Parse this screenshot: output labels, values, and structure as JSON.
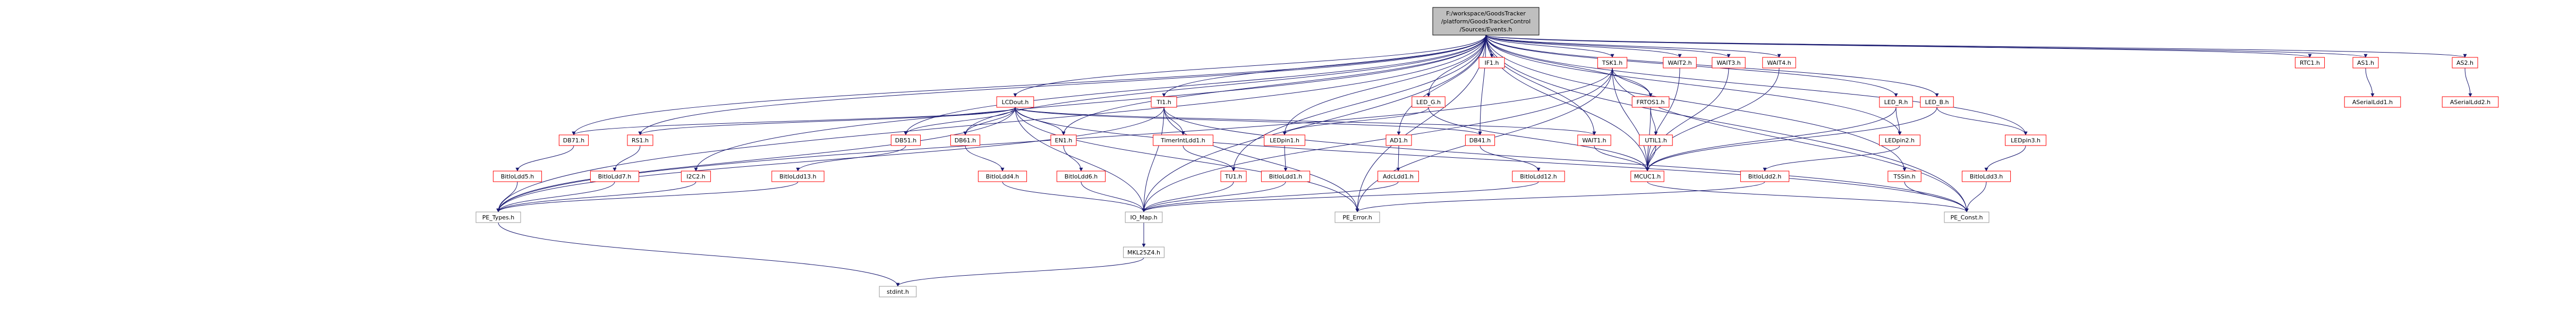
{
  "graph": {
    "root": {
      "id": "events",
      "lines": [
        "F:/workspace/GoodsTracker",
        "/platform/GoodsTrackerControl",
        "/Sources/Events.h"
      ]
    },
    "nodes": [
      {
        "id": "tsk1",
        "label": "TSK1.h"
      },
      {
        "id": "if1",
        "label": "IF1.h"
      },
      {
        "id": "wait2",
        "label": "WAIT2.h"
      },
      {
        "id": "wait3",
        "label": "WAIT3.h"
      },
      {
        "id": "wait4",
        "label": "WAIT4.h"
      },
      {
        "id": "rtc1",
        "label": "RTC1.h"
      },
      {
        "id": "as1",
        "label": "AS1.h"
      },
      {
        "id": "as2",
        "label": "AS2.h"
      },
      {
        "id": "lcdout",
        "label": "LCDout.h"
      },
      {
        "id": "ti1",
        "label": "TI1.h"
      },
      {
        "id": "led_g",
        "label": "LED_G.h"
      },
      {
        "id": "frtos1",
        "label": "FRTOS1.h"
      },
      {
        "id": "led_r",
        "label": "LED_R.h"
      },
      {
        "id": "led_b",
        "label": "LED_B.h"
      },
      {
        "id": "asl1",
        "label": "ASerialLdd1.h"
      },
      {
        "id": "asl2",
        "label": "ASerialLdd2.h"
      },
      {
        "id": "db71",
        "label": "DB71.h"
      },
      {
        "id": "rs1",
        "label": "RS1.h"
      },
      {
        "id": "db51",
        "label": "DB51.h"
      },
      {
        "id": "db61",
        "label": "DB61.h"
      },
      {
        "id": "en1",
        "label": "EN1.h"
      },
      {
        "id": "timer1",
        "label": "TimerIntLdd1.h"
      },
      {
        "id": "ledpin1",
        "label": "LEDpin1.h"
      },
      {
        "id": "ad1",
        "label": "AD1.h"
      },
      {
        "id": "db41",
        "label": "DB41.h"
      },
      {
        "id": "wait1",
        "label": "WAIT1.h"
      },
      {
        "id": "utility1",
        "label": "UTIL1.h"
      },
      {
        "id": "ledpin2",
        "label": "LEDpin2.h"
      },
      {
        "id": "ledpin3",
        "label": "LEDpin3.h"
      },
      {
        "id": "bitioldd5",
        "label": "BitIoLdd5.h"
      },
      {
        "id": "bitioldd7",
        "label": "BitIoLdd7.h"
      },
      {
        "id": "i2c2",
        "label": "I2C2.h"
      },
      {
        "id": "bitioldd13",
        "label": "BitIoLdd13.h"
      },
      {
        "id": "bitioldd4",
        "label": "BitIoLdd4.h"
      },
      {
        "id": "bitioldd6",
        "label": "BitIoLdd6.h"
      },
      {
        "id": "tu1",
        "label": "TU1.h"
      },
      {
        "id": "bitioldd1",
        "label": "BitIoLdd1.h"
      },
      {
        "id": "adcldd1",
        "label": "AdcLdd1.h"
      },
      {
        "id": "bitioldd12",
        "label": "BitIoLdd12.h"
      },
      {
        "id": "mcuc1",
        "label": "MCUC1.h"
      },
      {
        "id": "bitioldd2",
        "label": "BitIoLdd2.h"
      },
      {
        "id": "tsssin",
        "label": "TSSin.h"
      },
      {
        "id": "bitioldd3",
        "label": "BitIoLdd3.h"
      },
      {
        "id": "pe_types",
        "label": "PE_Types.h"
      },
      {
        "id": "io_map",
        "label": "IO_Map.h"
      },
      {
        "id": "pe_error",
        "label": "PE_Error.h"
      },
      {
        "id": "pe_const",
        "label": "PE_Const.h"
      },
      {
        "id": "mkl25z4",
        "label": "MKL25Z4.h"
      },
      {
        "id": "stdint",
        "label": "stdint.h"
      }
    ],
    "edges": [
      [
        "events",
        "tsk1"
      ],
      [
        "events",
        "if1"
      ],
      [
        "events",
        "wait2"
      ],
      [
        "events",
        "wait3"
      ],
      [
        "events",
        "wait4"
      ],
      [
        "events",
        "rtc1"
      ],
      [
        "events",
        "as1"
      ],
      [
        "events",
        "as2"
      ],
      [
        "events",
        "lcdout"
      ],
      [
        "events",
        "ti1"
      ],
      [
        "events",
        "led_g"
      ],
      [
        "events",
        "frtos1"
      ],
      [
        "events",
        "led_r"
      ],
      [
        "events",
        "led_b"
      ],
      [
        "events",
        "db71"
      ],
      [
        "events",
        "rs1"
      ],
      [
        "events",
        "db51"
      ],
      [
        "events",
        "db61"
      ],
      [
        "events",
        "en1"
      ],
      [
        "events",
        "ledpin1"
      ],
      [
        "events",
        "ad1"
      ],
      [
        "events",
        "db41"
      ],
      [
        "events",
        "wait1"
      ],
      [
        "events",
        "ledpin2"
      ],
      [
        "events",
        "ledpin3"
      ],
      [
        "events",
        "i2c2"
      ],
      [
        "events",
        "tu1"
      ],
      [
        "events",
        "mcuc1"
      ],
      [
        "events",
        "tsssin"
      ],
      [
        "events",
        "pe_types"
      ],
      [
        "events",
        "pe_error"
      ],
      [
        "events",
        "pe_const"
      ],
      [
        "events",
        "io_map"
      ],
      [
        "as1",
        "asl1"
      ],
      [
        "as2",
        "asl2"
      ],
      [
        "tsk1",
        "frtos1"
      ],
      [
        "tsk1",
        "mcuc1"
      ],
      [
        "tsk1",
        "pe_types"
      ],
      [
        "tsk1",
        "pe_error"
      ],
      [
        "tsk1",
        "pe_const"
      ],
      [
        "tsk1",
        "io_map"
      ],
      [
        "frtos1",
        "utility1"
      ],
      [
        "frtos1",
        "mcuc1"
      ],
      [
        "utility1",
        "mcuc1"
      ],
      [
        "wait2",
        "mcuc1"
      ],
      [
        "wait3",
        "mcuc1"
      ],
      [
        "wait4",
        "mcuc1"
      ],
      [
        "wait1",
        "mcuc1"
      ],
      [
        "lcdout",
        "db71"
      ],
      [
        "lcdout",
        "rs1"
      ],
      [
        "lcdout",
        "db51"
      ],
      [
        "lcdout",
        "db61"
      ],
      [
        "lcdout",
        "en1"
      ],
      [
        "lcdout",
        "db41"
      ],
      [
        "lcdout",
        "wait1"
      ],
      [
        "lcdout",
        "pe_types"
      ],
      [
        "lcdout",
        "pe_error"
      ],
      [
        "lcdout",
        "pe_const"
      ],
      [
        "lcdout",
        "io_map"
      ],
      [
        "ti1",
        "timer1"
      ],
      [
        "ti1",
        "pe_types"
      ],
      [
        "ti1",
        "pe_error"
      ],
      [
        "ti1",
        "pe_const"
      ],
      [
        "ti1",
        "io_map"
      ],
      [
        "led_g",
        "ledpin1"
      ],
      [
        "led_g",
        "mcuc1"
      ],
      [
        "led_r",
        "ledpin2"
      ],
      [
        "led_r",
        "mcuc1"
      ],
      [
        "led_b",
        "ledpin3"
      ],
      [
        "led_b",
        "mcuc1"
      ],
      [
        "db71",
        "bitioldd5"
      ],
      [
        "rs1",
        "bitioldd7"
      ],
      [
        "db51",
        "bitioldd13"
      ],
      [
        "db61",
        "bitioldd4"
      ],
      [
        "en1",
        "bitioldd6"
      ],
      [
        "timer1",
        "tu1"
      ],
      [
        "ledpin1",
        "bitioldd1"
      ],
      [
        "ad1",
        "adcldd1"
      ],
      [
        "db41",
        "bitioldd12"
      ],
      [
        "ledpin2",
        "bitioldd2"
      ],
      [
        "ledpin3",
        "bitioldd3"
      ],
      [
        "bitioldd5",
        "pe_types"
      ],
      [
        "bitioldd7",
        "pe_types"
      ],
      [
        "i2c2",
        "pe_types"
      ],
      [
        "bitioldd13",
        "pe_types"
      ],
      [
        "bitioldd4",
        "io_map"
      ],
      [
        "bitioldd6",
        "io_map"
      ],
      [
        "tu1",
        "io_map"
      ],
      [
        "bitioldd1",
        "io_map"
      ],
      [
        "adcldd1",
        "io_map"
      ],
      [
        "bitioldd12",
        "io_map"
      ],
      [
        "bitioldd2",
        "pe_error"
      ],
      [
        "tsssin",
        "pe_const"
      ],
      [
        "bitioldd3",
        "pe_const"
      ],
      [
        "mcuc1",
        "pe_const"
      ],
      [
        "pe_types",
        "stdint"
      ],
      [
        "io_map",
        "mkl25z4"
      ],
      [
        "mkl25z4",
        "stdint"
      ]
    ]
  }
}
